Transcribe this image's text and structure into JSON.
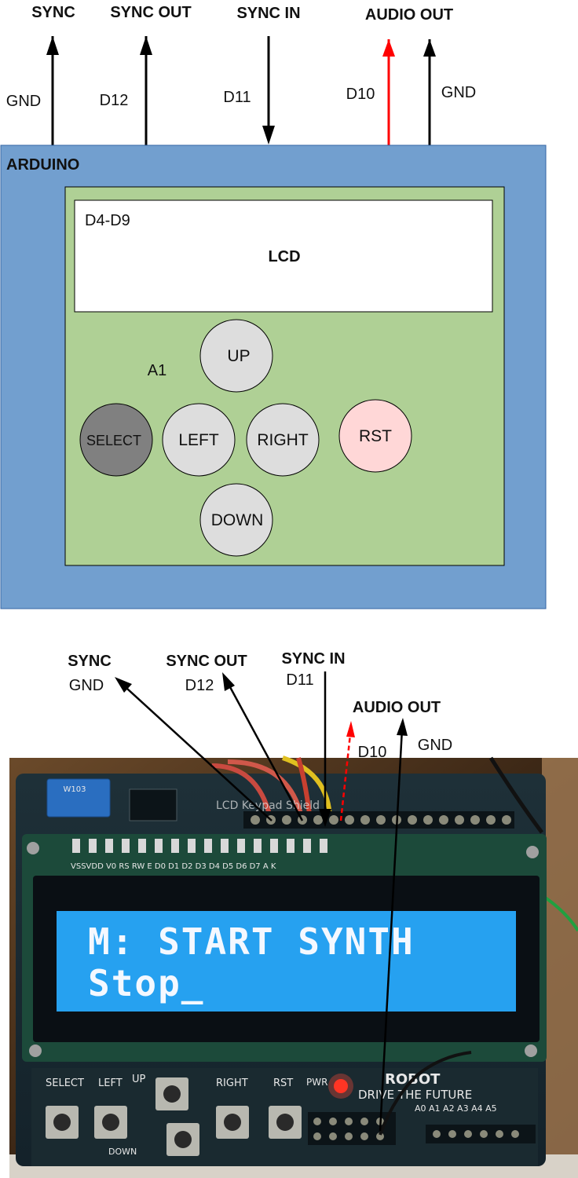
{
  "top_diagram": {
    "signals": {
      "sync": "SYNC",
      "sync_out": "SYNC OUT",
      "sync_in": "SYNC IN",
      "audio_out": "AUDIO OUT"
    },
    "pins": {
      "gnd_left": "GND",
      "d12": "D12",
      "d11": "D11",
      "d10": "D10",
      "gnd_right": "GND"
    },
    "board_label": "ARDUINO",
    "lcd": {
      "pins": "D4-D9",
      "label": "LCD"
    },
    "buttons_pin": "A1",
    "buttons": {
      "up": "UP",
      "select": "SELECT",
      "left": "LEFT",
      "right": "RIGHT",
      "down": "DOWN",
      "rst": "RST"
    },
    "colors": {
      "board": "#729fcf",
      "shield": "#afd095",
      "select": "#808080",
      "button": "#dddddd",
      "rst": "#ffd7d7",
      "audio_arrow": "#ff0000"
    }
  },
  "photo": {
    "signals": {
      "sync": "SYNC",
      "sync_out": "SYNC OUT",
      "sync_in": "SYNC IN",
      "audio_out": "AUDIO OUT"
    },
    "pins": {
      "gnd_left": "GND",
      "d12": "D12",
      "d11": "D11",
      "d10": "D10",
      "gnd_right": "GND"
    },
    "lcd_line1": "M: START SYNTH",
    "lcd_line2": "Stop_",
    "pcb_text": {
      "header_pins": "VSSVDD V0 RS RW E D0 D1 D2 D3 D4 D5 D6 D7 A K",
      "shield_name": "LCD Keypad Shield",
      "select": "SELECT",
      "left": "LEFT",
      "up": "UP",
      "right": "RIGHT",
      "rst": "RST",
      "down": "DOWN",
      "pwr": "PWR",
      "drive_future": "DRIVE THE FUTURE",
      "robot": "ROBOT",
      "analog": "A0 A1 A2 A3 A4 A5",
      "pot": "W103"
    }
  }
}
